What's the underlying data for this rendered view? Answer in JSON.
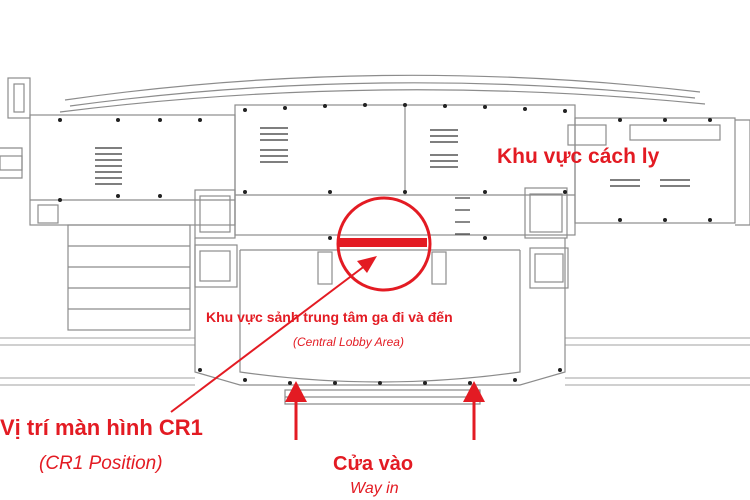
{
  "labels": {
    "quarantine_area": "Khu vực cách ly",
    "lobby_vi": "Khu vực sảnh trung tâm ga đi và đến",
    "lobby_en": "(Central Lobby Area)",
    "cr1_vi": "Vị trí màn hình CR1",
    "cr1_en": "(CR1 Position)",
    "entrance_vi": "Cửa vào",
    "entrance_en": "Way in"
  },
  "colors": {
    "annotation": "#e31b23",
    "plan_line": "#8c8c8c",
    "plan_dark": "#333333"
  }
}
